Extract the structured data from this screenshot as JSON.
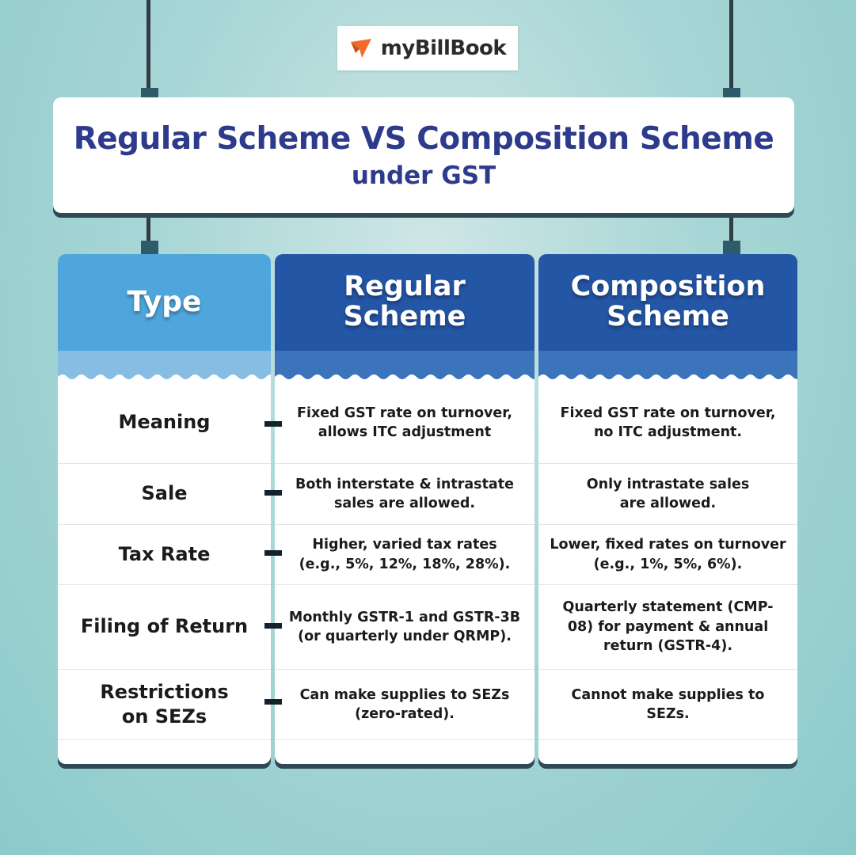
{
  "brand": {
    "name": "myBillBook",
    "logo_color": "#f26b2d"
  },
  "title": {
    "main": "Regular Scheme VS Composition Scheme",
    "sub": "under GST"
  },
  "table": {
    "headers": {
      "type": "Type",
      "regular": "Regular Scheme",
      "composition": "Composition Scheme"
    },
    "rows": [
      {
        "type": "Meaning",
        "regular": "Fixed GST rate on turnover, allows ITC adjustment",
        "composition": "Fixed GST rate on turnover, no ITC adjustment."
      },
      {
        "type": "Sale",
        "regular": "Both interstate & intrastate sales are allowed.",
        "composition": "Only intrastate sales are allowed."
      },
      {
        "type": "Tax Rate",
        "regular": "Higher, varied tax rates (e.g., 5%, 12%, 18%, 28%).",
        "composition": "Lower, fixed rates on turnover (e.g., 1%, 5%, 6%)."
      },
      {
        "type": "Filing of Return",
        "regular": "Monthly GSTR-1 and GSTR-3B (or quarterly under QRMP).",
        "composition": "Quarterly statement (CMP-08) for payment & annual return (GSTR-4)."
      },
      {
        "type": "Restrictions on SEZs",
        "regular": "Can make supplies to SEZs (zero-rated).",
        "composition": "Cannot make supplies to SEZs."
      }
    ]
  },
  "colors": {
    "title": "#2e3a8c",
    "type_header": "#4fa6dc",
    "scheme_header": "#2456a6",
    "background": "#a8d6d6"
  }
}
